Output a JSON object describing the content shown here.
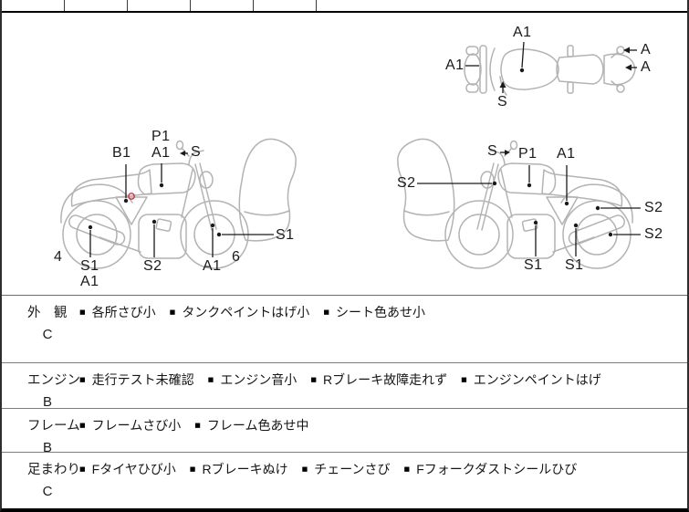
{
  "colors": {
    "sketch_gray": "#b3b3b3",
    "ink": "#1a1a1a",
    "damage_marker_red": "#cc3344"
  },
  "diagram_labels": {
    "top_view": {
      "a1_tank": "A1",
      "a1_front": "A1",
      "s_mirror": "S",
      "a_signal": "A",
      "a_tail": "A"
    },
    "left_view": {
      "p1_tank": "P1",
      "a1_tank": "A1",
      "s_mirror": "S",
      "b1_cover": "B1",
      "num_rear": "4",
      "s1_muffler": "S1",
      "a1_muffler": "A1",
      "s2_engine": "S2",
      "a1_fork": "A1",
      "num_front": "6",
      "s1_wheel": "S1"
    },
    "right_view": {
      "s_mirror": "S",
      "p1_tank": "P1",
      "a1_cover": "A1",
      "s2_front": "S2",
      "s2_shock": "S2",
      "s2_muffler": "S2",
      "s1_engine": "S1",
      "s1_frame": "S1"
    }
  },
  "condition_table": {
    "bullet": "■",
    "rows": [
      {
        "category": "外　観",
        "grade": "C",
        "items": [
          "各所さび小",
          "タンクペイントはげ小",
          "シート色あせ小"
        ]
      },
      {
        "category": "エンジン",
        "grade": "B",
        "items": [
          "走行テスト未確認",
          "エンジン音小",
          "Rブレーキ故障走れず",
          "エンジンペイントはげ"
        ]
      },
      {
        "category": "フレーム",
        "grade": "B",
        "items": [
          "フレームさび小",
          "フレーム色あせ中"
        ]
      },
      {
        "category": "足まわり",
        "grade": "C",
        "items": [
          "Fタイヤひび小",
          "Rブレーキぬけ",
          "チェーンさび",
          "Fフォークダストシールひび"
        ]
      }
    ]
  }
}
